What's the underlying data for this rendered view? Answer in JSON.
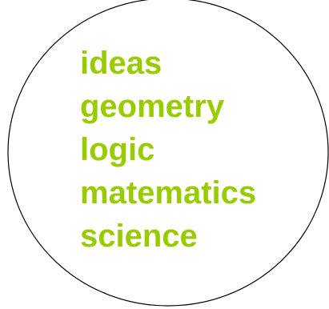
{
  "diagram": {
    "shape": "ellipse",
    "text_color": "#99cc00",
    "outline_color": "#000000",
    "background_color": "#ffffff",
    "words": [
      "ideas",
      "geometry",
      "logic",
      "matematics",
      "science"
    ]
  }
}
